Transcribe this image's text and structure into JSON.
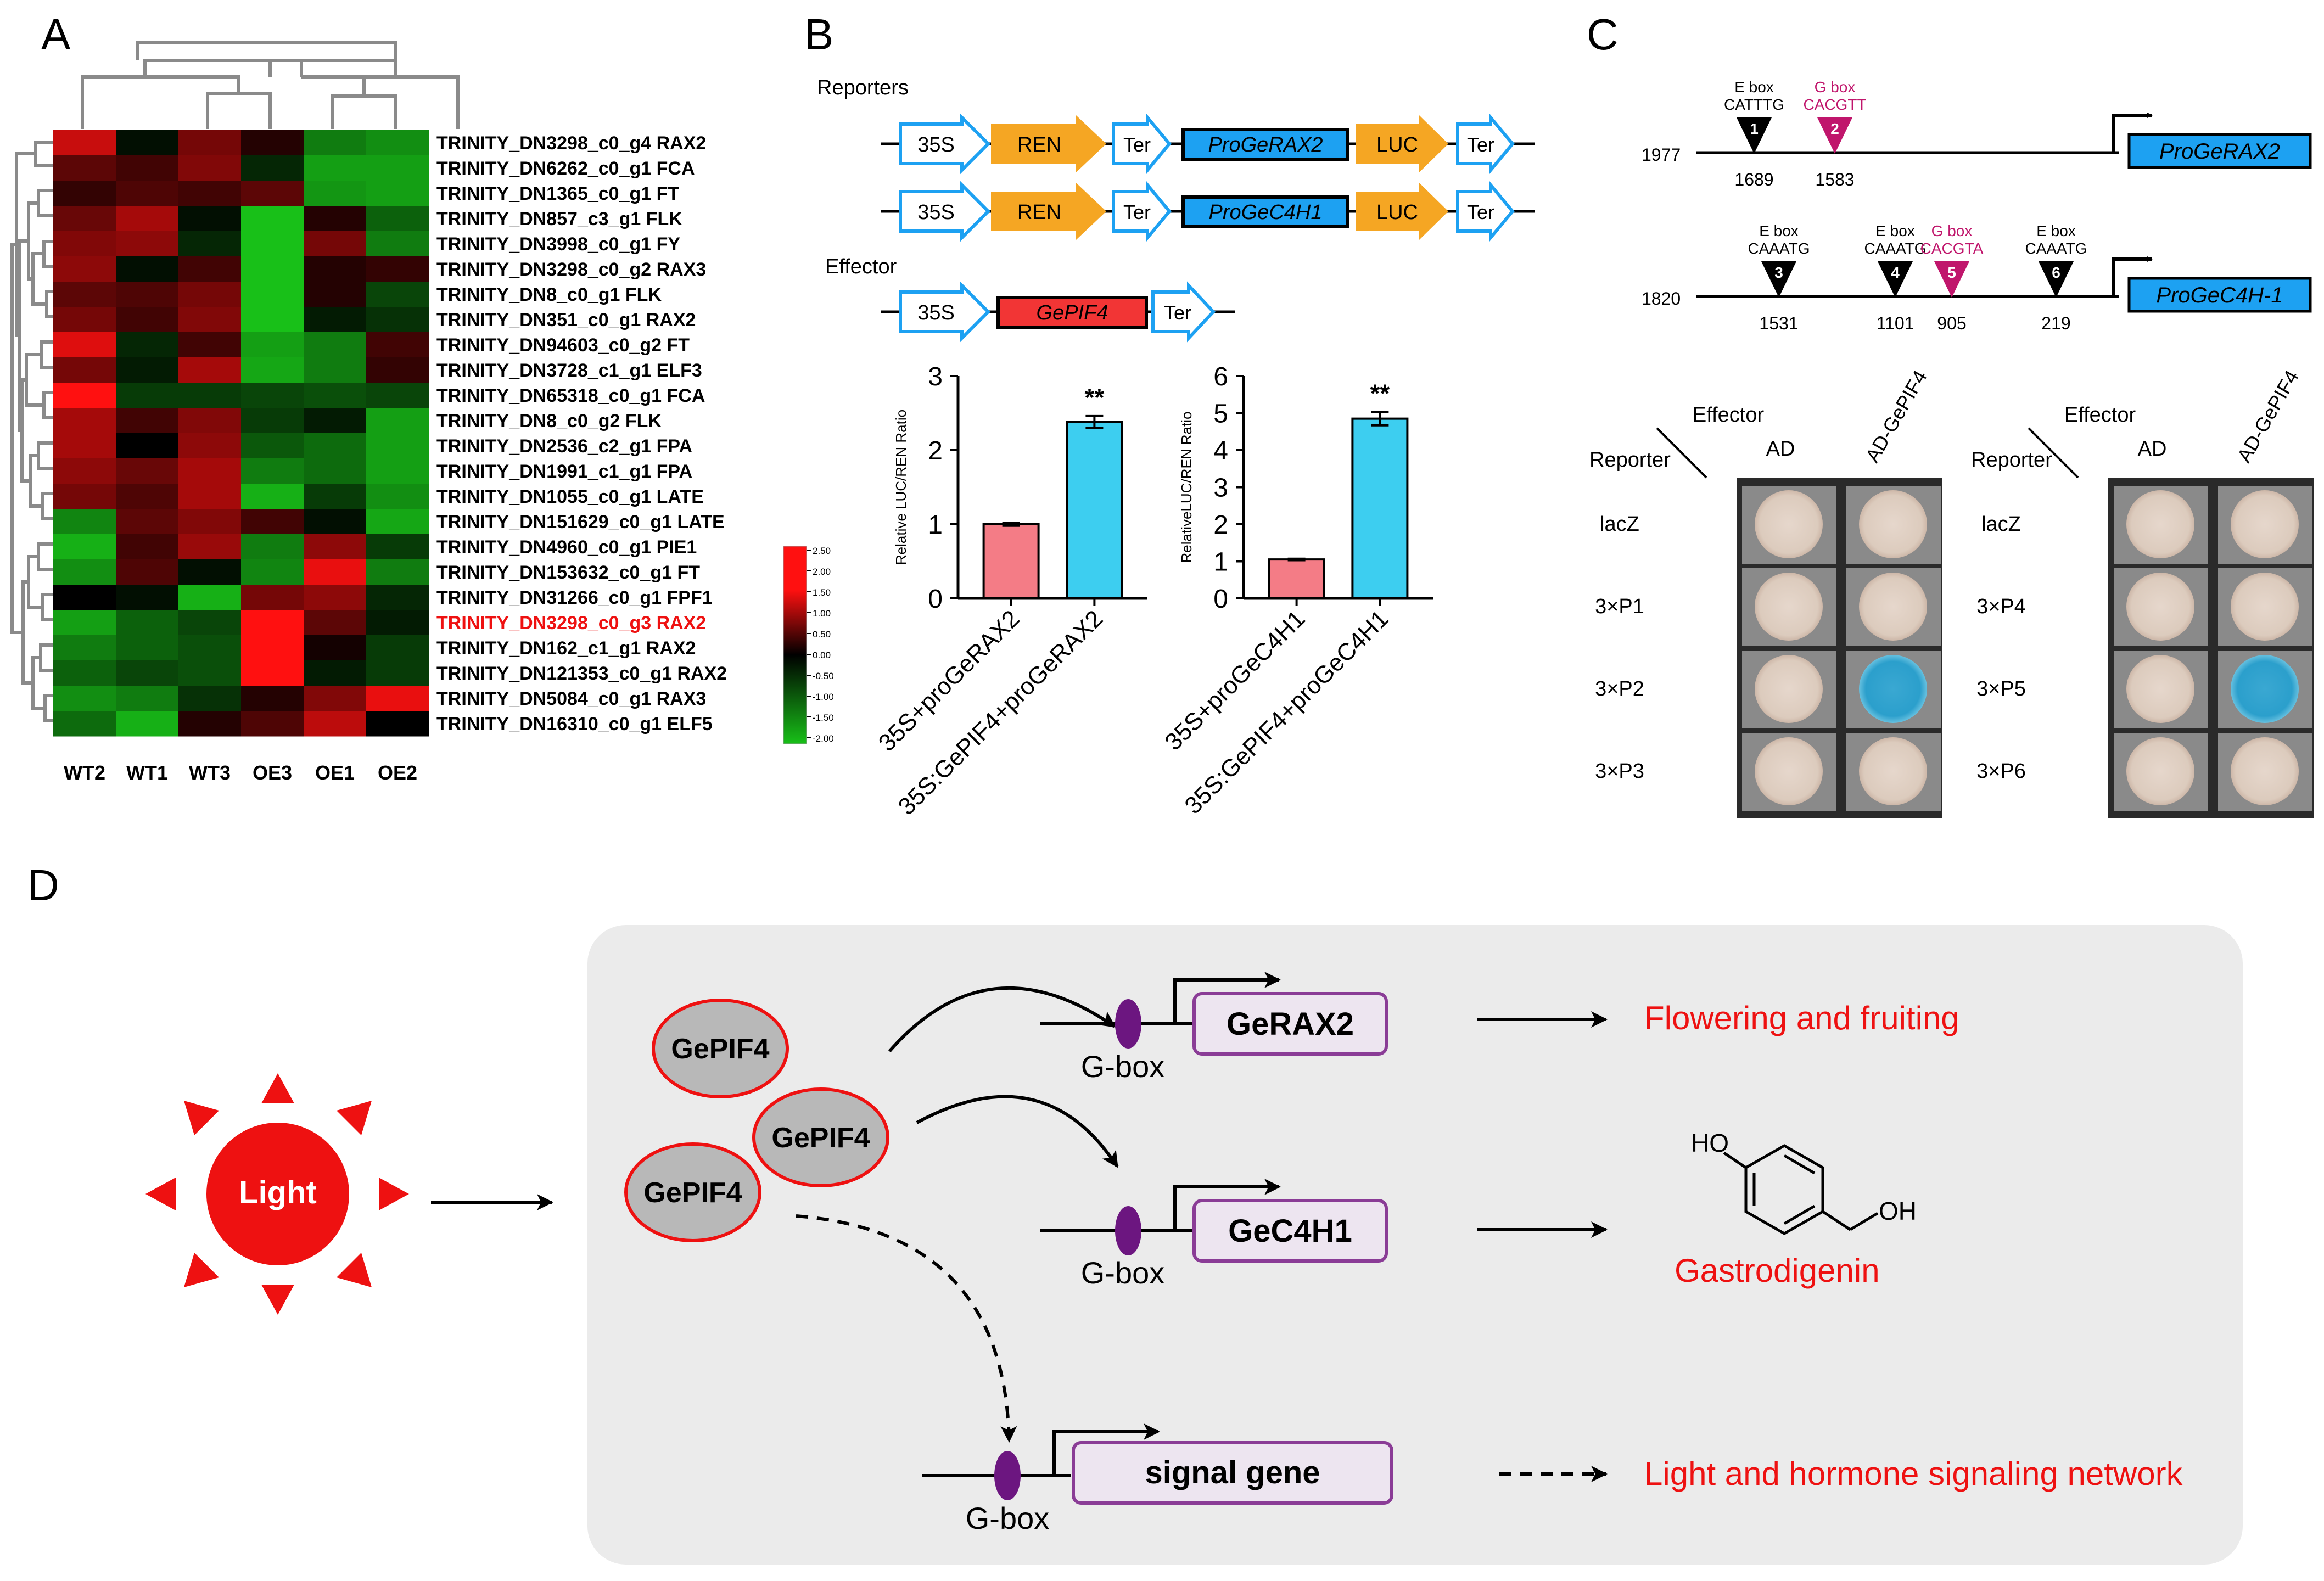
{
  "panels": {
    "a": "A",
    "b": "B",
    "c": "C",
    "d": "D"
  },
  "heatmap": {
    "genes": [
      "TRINITY_DN3298_c0_g4 RAX2",
      "TRINITY_DN6262_c0_g1 FCA",
      "TRINITY_DN1365_c0_g1 FT",
      "TRINITY_DN857_c3_g1 FLK",
      "TRINITY_DN3998_c0_g1 FY",
      "TRINITY_DN3298_c0_g2 RAX3",
      "TRINITY_DN8_c0_g1 FLK",
      "TRINITY_DN351_c0_g1 RAX2",
      "TRINITY_DN94603_c0_g2 FT",
      "TRINITY_DN3728_c1_g1 ELF3",
      "TRINITY_DN65318_c0_g1 FCA",
      "TRINITY_DN8_c0_g2 FLK",
      "TRINITY_DN2536_c2_g1 FPA",
      "TRINITY_DN1991_c1_g1 FPA",
      "TRINITY_DN1055_c0_g1 LATE",
      "TRINITY_DN151629_c0_g1 LATE",
      "TRINITY_DN4960_c0_g1 PIE1",
      "TRINITY_DN153632_c0_g1 FT",
      "TRINITY_DN31266_c0_g1 FPF1",
      "TRINITY_DN3298_c0_g3 RAX2",
      "TRINITY_DN162_c1_g1 RAX2",
      "TRINITY_DN121353_c0_g1 RAX2",
      "TRINITY_DN5084_c0_g1 RAX3",
      "TRINITY_DN16310_c0_g1 ELF5"
    ],
    "highlight_index": 19,
    "samples": [
      "WT2",
      "WT1",
      "WT3",
      "OE3",
      "OE1",
      "OE2"
    ],
    "values": [
      [
        1.5,
        -0.1,
        0.8,
        0.2,
        -1.2,
        -1.4
      ],
      [
        0.6,
        0.4,
        0.9,
        -0.3,
        -1.6,
        -1.6
      ],
      [
        0.3,
        0.5,
        0.4,
        0.6,
        -1.5,
        -1.6
      ],
      [
        0.7,
        1.2,
        -0.1,
        -2.0,
        0.2,
        -0.9
      ],
      [
        0.9,
        1.0,
        -0.3,
        -2.0,
        0.8,
        -1.2
      ],
      [
        1.0,
        -0.1,
        0.4,
        -2.0,
        0.2,
        0.3
      ],
      [
        0.6,
        0.5,
        0.8,
        -2.0,
        0.2,
        -0.6
      ],
      [
        0.8,
        0.4,
        0.9,
        -2.0,
        -0.2,
        -0.4
      ],
      [
        1.7,
        -0.3,
        0.4,
        -1.6,
        -1.2,
        0.4
      ],
      [
        0.8,
        -0.2,
        1.2,
        -1.7,
        -1.2,
        0.3
      ],
      [
        2.4,
        -0.5,
        -0.5,
        -0.6,
        -0.7,
        -0.6
      ],
      [
        1.2,
        0.4,
        0.9,
        -0.5,
        -0.2,
        -1.6
      ],
      [
        1.2,
        0.0,
        1.0,
        -0.8,
        -1.0,
        -1.6
      ],
      [
        1.0,
        0.7,
        1.2,
        -1.2,
        -1.0,
        -1.6
      ],
      [
        0.8,
        0.5,
        1.2,
        -1.8,
        -0.5,
        -1.4
      ],
      [
        -1.3,
        0.6,
        0.9,
        0.4,
        -0.1,
        -1.7
      ],
      [
        -1.8,
        0.4,
        1.1,
        -1.2,
        1.0,
        -0.5
      ],
      [
        -1.4,
        0.5,
        -0.1,
        -1.3,
        1.8,
        -1.2
      ],
      [
        0.0,
        -0.1,
        -1.8,
        0.8,
        1.0,
        -0.3
      ],
      [
        -1.6,
        -0.9,
        -0.6,
        2.0,
        0.6,
        -0.2
      ],
      [
        -1.2,
        -0.9,
        -0.7,
        2.4,
        0.1,
        -0.5
      ],
      [
        -0.9,
        -0.6,
        -0.7,
        2.4,
        -0.2,
        -0.5
      ],
      [
        -1.4,
        -1.2,
        -0.4,
        0.2,
        0.9,
        1.8
      ],
      [
        -1.0,
        -1.8,
        0.2,
        0.5,
        1.4,
        0.0
      ]
    ],
    "colorbar_ticks": [
      "2.50",
      "2.00",
      "1.50",
      "1.00",
      "0.50",
      "0.00",
      "-0.50",
      "-1.00",
      "-1.50",
      "-2.00"
    ],
    "colors": {
      "high": "#ff1010",
      "mid": "#000000",
      "low": "#18c018"
    }
  },
  "constructs": {
    "reporters_label": "Reporters",
    "effector_label": "Effector",
    "p35s": "35S",
    "ren": "REN",
    "ter": "Ter",
    "luc": "LUC",
    "pro_rax2": "ProGeRAX2",
    "pro_c4h1": "ProGeC4H1",
    "gepif4": "GePIF4"
  },
  "chart_data": [
    {
      "type": "bar",
      "categories": [
        "35S+proGeRAX2",
        "35S:GePIF4+proGeRAX2"
      ],
      "values": [
        1.0,
        2.38
      ],
      "errors": [
        0.02,
        0.08
      ],
      "ylabel": "Relative LUC/REN Ratio",
      "ylim": [
        0,
        3
      ],
      "yticks": [
        "0",
        "1",
        "2",
        "3"
      ],
      "significance": "**",
      "colors": [
        "#f47c86",
        "#3dcef0"
      ]
    },
    {
      "type": "bar",
      "categories": [
        "35S+proGeC4H1",
        "35S:GePIF4+proGeC4H1"
      ],
      "values": [
        1.05,
        4.85
      ],
      "errors": [
        0.02,
        0.18
      ],
      "ylabel": "RelativeLUC/REN Ratio",
      "ylim": [
        0,
        6
      ],
      "yticks": [
        "0",
        "1",
        "2",
        "3",
        "4",
        "5",
        "6"
      ],
      "significance": "**",
      "colors": [
        "#f47c86",
        "#3dcef0"
      ]
    }
  ],
  "promoters": {
    "rax2": {
      "length": "1977",
      "name": "ProGeRAX2",
      "sites": [
        {
          "type": "E box",
          "seq": "CATTTG",
          "num": "1",
          "pos": "1689",
          "color": "#000000"
        },
        {
          "type": "G box",
          "seq": "CACGTT",
          "num": "2",
          "pos": "1583",
          "color": "#c0166c"
        }
      ]
    },
    "c4h1": {
      "length": "1820",
      "name": "ProGeC4H-1",
      "sites": [
        {
          "type": "E box",
          "seq": "CAAATG",
          "num": "3",
          "pos": "1531",
          "color": "#000000"
        },
        {
          "type": "E box",
          "seq": "CAAATG",
          "num": "4",
          "pos": "1101",
          "color": "#000000"
        },
        {
          "type": "G box",
          "seq": "CACGTA",
          "num": "5",
          "pos": "905",
          "color": "#c0166c"
        },
        {
          "type": "E box",
          "seq": "CAAATG",
          "num": "6",
          "pos": "219",
          "color": "#000000"
        }
      ]
    }
  },
  "y1h": {
    "effector": "Effector",
    "reporter": "Reporter",
    "col_ad": "AD",
    "col_adpif": "AD-GePIF4",
    "left_rows": [
      "lacZ",
      "3×P1",
      "3×P2",
      "3×P3"
    ],
    "right_rows": [
      "lacZ",
      "3×P4",
      "3×P5",
      "3×P6"
    ]
  },
  "model": {
    "light": "Light",
    "gepif4": "GePIF4",
    "gbox": "G-box",
    "gerax2": "GeRAX2",
    "gec4h1": "GeC4H1",
    "signal": "signal gene",
    "out_flower": "Flowering and fruiting",
    "out_gastro": "Gastrodigenin",
    "out_signal": "Light and hormone signaling network",
    "chem_ho": "HO",
    "chem_oh": "OH",
    "colors": {
      "red": "#ee1111",
      "purple": "#8a3c96",
      "panel_bg": "#ebebeb",
      "oval": "#b8b8b8"
    }
  }
}
